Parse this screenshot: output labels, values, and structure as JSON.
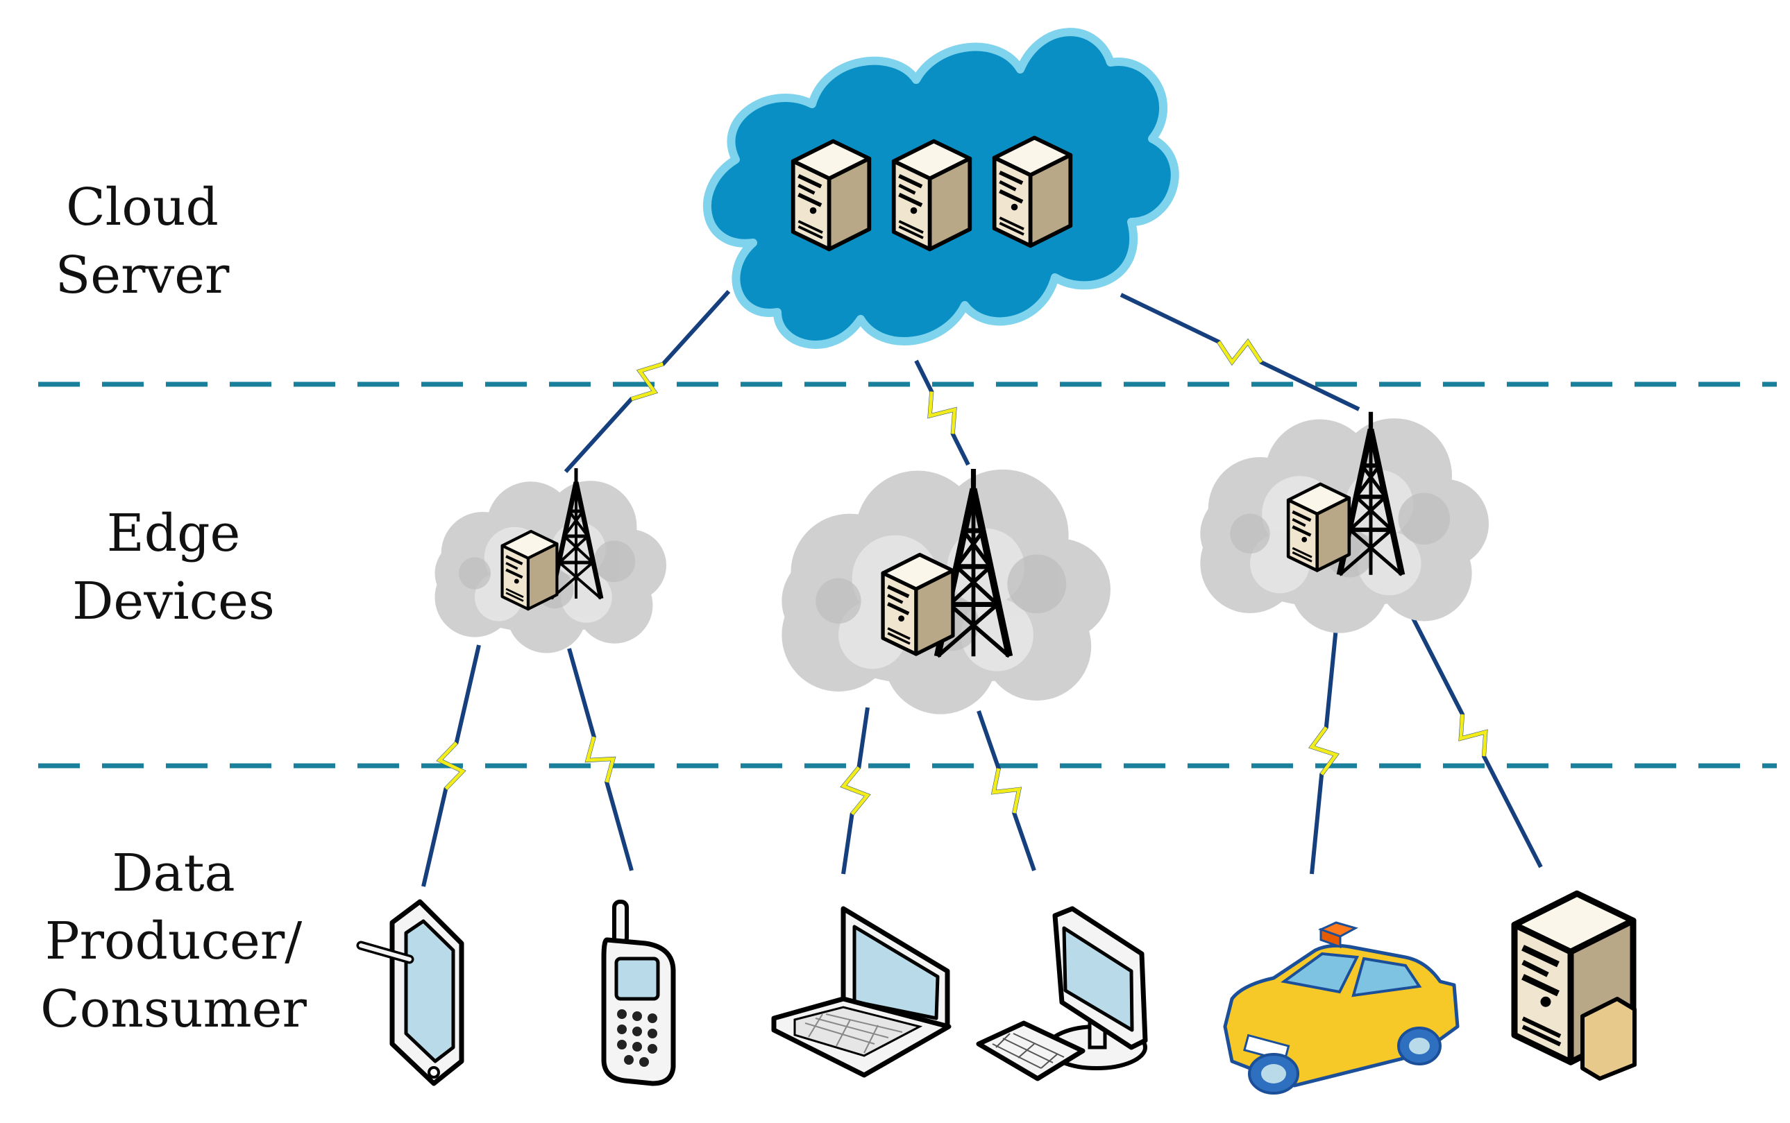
{
  "tiers": [
    {
      "id": "cloud",
      "lines": [
        "Cloud",
        "Server"
      ]
    },
    {
      "id": "edge",
      "lines": [
        "Edge",
        "Devices"
      ]
    },
    {
      "id": "data",
      "lines": [
        "Data",
        "Producer/",
        "Consumer"
      ]
    }
  ],
  "colors": {
    "cloud_fill": "#0a8fc4",
    "cloud_outline": "#7fd3ec",
    "edge_cloud": "#d3d3d3",
    "dashed_line": "#1a7f9a",
    "link_line": "#163f7d",
    "bolt": "#f2ec1a",
    "server_body": "#f2ead6",
    "taxi": "#f7c928"
  },
  "nodes": {
    "cloud_server_icons": [
      "server-icon",
      "server-icon",
      "server-icon"
    ],
    "edge_device_icons": [
      "server-icon",
      "radio-tower-icon"
    ],
    "end_device_icons": [
      "tablet-icon",
      "mobile-phone-icon",
      "laptop-icon",
      "desktop-computer-icon",
      "taxi-icon",
      "server-icon"
    ]
  }
}
